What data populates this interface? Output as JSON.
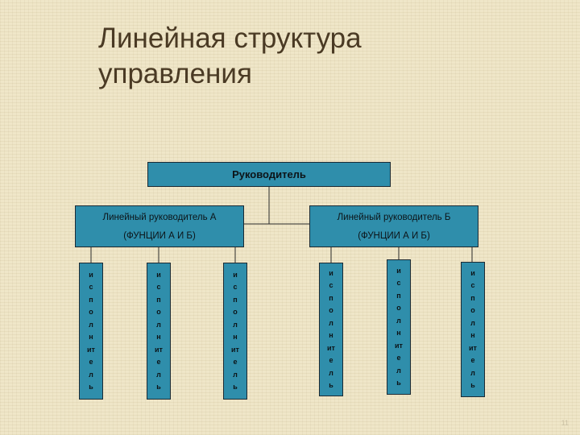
{
  "title": {
    "line1": "Линейная структура",
    "line2": "управления"
  },
  "diagram": {
    "top": "Руководитель",
    "managers": [
      {
        "name": "Линейный руководитель А",
        "functions": "(ФУНЦИИ А И Б)"
      },
      {
        "name": "Линейный руководитель Б",
        "functions": "(ФУНЦИИ А И Б)"
      }
    ],
    "executor_letters": [
      "и",
      "с",
      "п",
      "о",
      "л",
      "н",
      "ит",
      "е",
      "л",
      "ь"
    ]
  },
  "page_number": "11",
  "colors": {
    "box_fill": "#2f8eab",
    "box_border": "#1c2a33",
    "background": "#efe6c8",
    "title": "#4a3a24"
  }
}
